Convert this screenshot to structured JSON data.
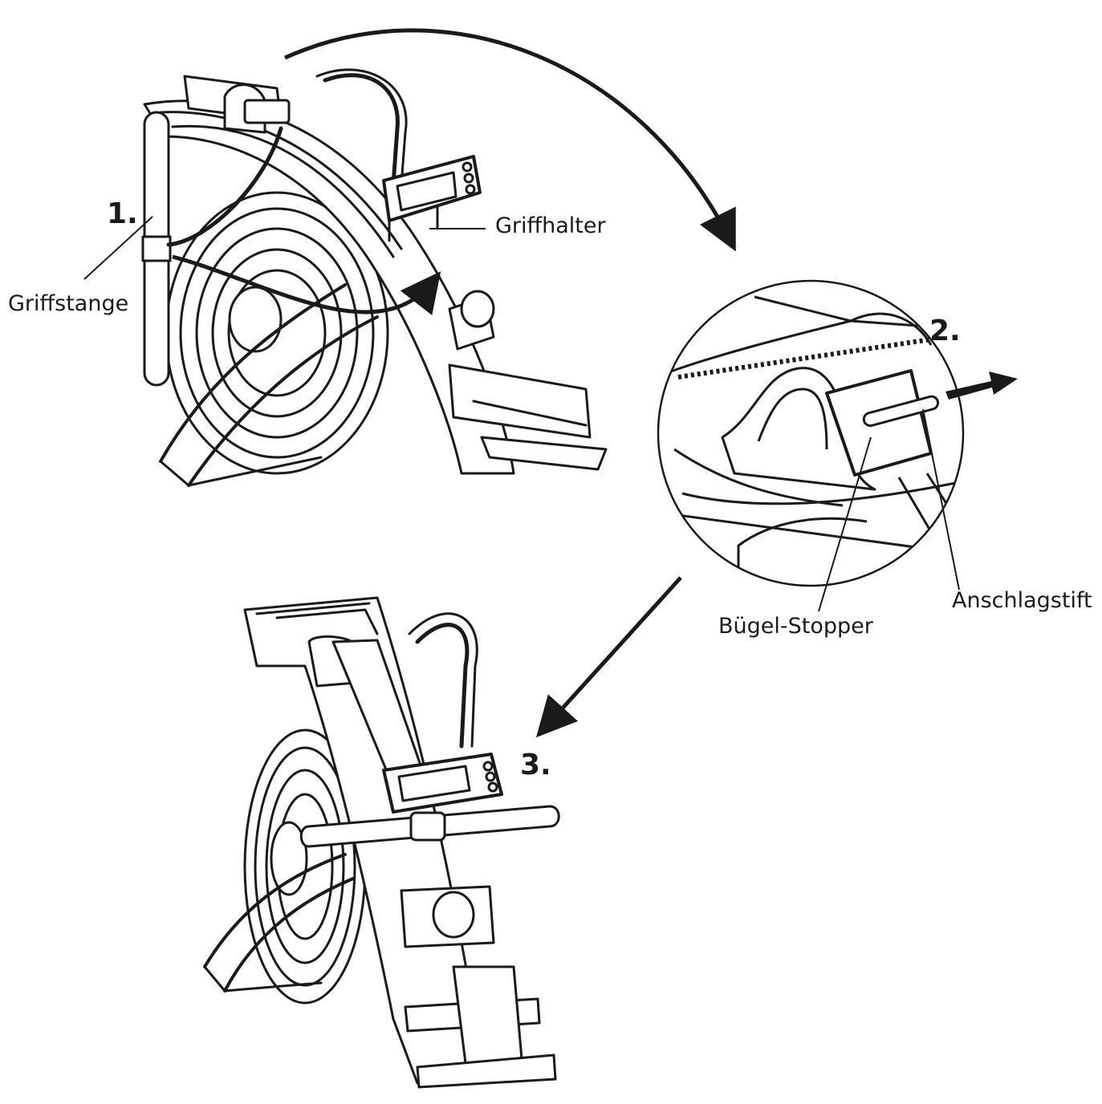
{
  "steps": {
    "one": "1.",
    "two": "2.",
    "three": "3."
  },
  "labels": {
    "griffstange": "Griffstange",
    "griffhalter": "Griffhalter",
    "buegel_stopper": "Bügel-Stopper",
    "anschlagstift": "Anschlagstift"
  },
  "colors": {
    "line": "#1a1a1a",
    "background": "#ffffff"
  }
}
